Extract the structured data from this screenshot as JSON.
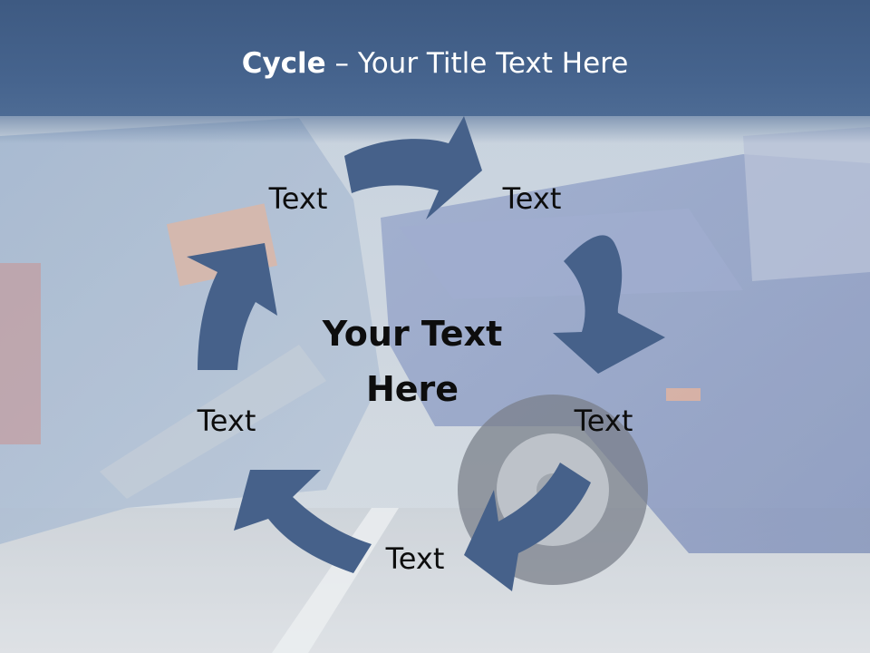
{
  "title": {
    "bold": "Cycle",
    "rest": " – Your Title Text Here"
  },
  "center_text": {
    "line1": "Your Text",
    "line2": "Here"
  },
  "cycle_labels": [
    "Text",
    "Text",
    "Text",
    "Text",
    "Text"
  ],
  "colors": {
    "arrow": "#46618a",
    "title_band": "#46648e",
    "title_text": "#ffffff",
    "label_text": "#0d0d0d"
  }
}
